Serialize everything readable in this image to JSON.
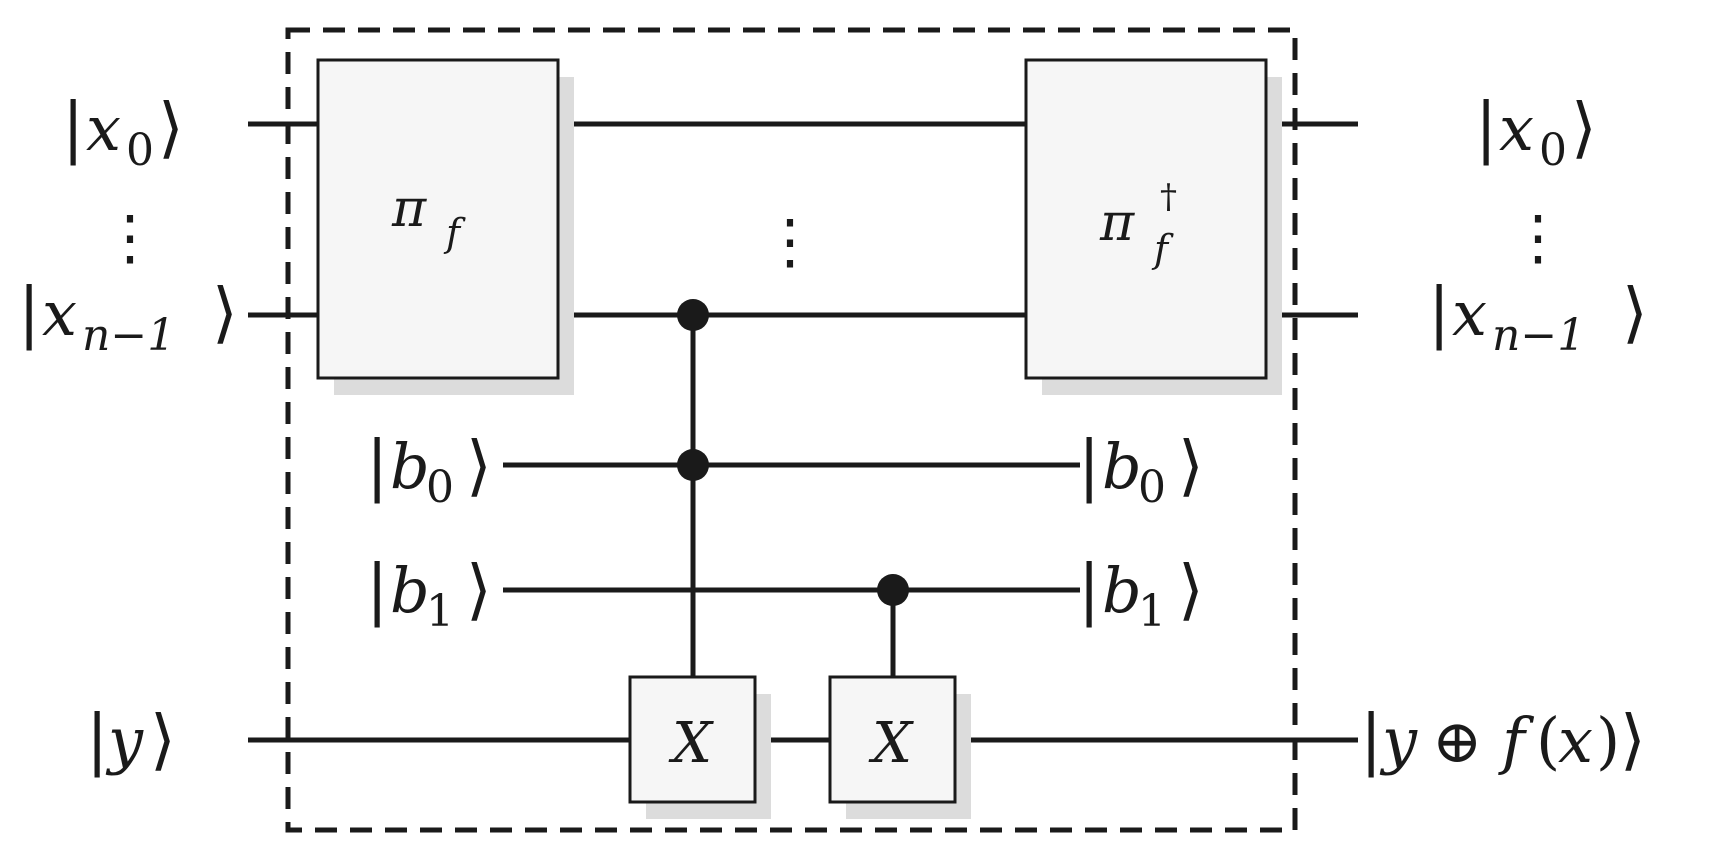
{
  "inputs": {
    "x0": {
      "var": "x",
      "sub": "0"
    },
    "xn": {
      "var": "x",
      "sub": "n−1"
    },
    "y": {
      "var": "y"
    },
    "dots": "⋮"
  },
  "ancillas": {
    "b0": {
      "var": "b",
      "sub": "0"
    },
    "b1": {
      "var": "b",
      "sub": "1"
    }
  },
  "gates": {
    "pi_f": {
      "symbol": "π",
      "sub": "f"
    },
    "pi_f_dagger": {
      "symbol": "π",
      "sub": "f",
      "sup": "†"
    },
    "x_gate_1": {
      "label": "X"
    },
    "x_gate_2": {
      "label": "X"
    }
  },
  "middle": {
    "dots": "⋮"
  },
  "outputs": {
    "x0": {
      "var": "x",
      "sub": "0"
    },
    "xn": {
      "var": "x",
      "sub": "n−1"
    },
    "dots": "⋮",
    "y_result": {
      "var": "y",
      "op": "⊕",
      "func": "f",
      "arg": "x"
    }
  },
  "ket": {
    "left": "|",
    "right": "⟩"
  }
}
